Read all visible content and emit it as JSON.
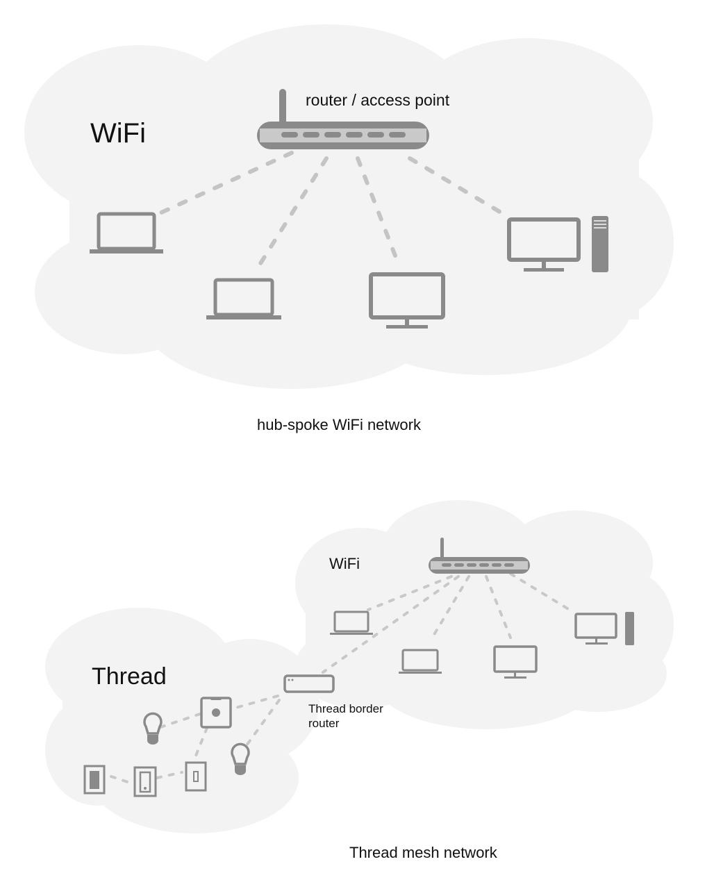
{
  "top_diagram": {
    "cloud_label": "WiFi",
    "router_label": "router / access point",
    "caption": "hub-spoke WiFi network",
    "devices": [
      "laptop-icon",
      "laptop-icon",
      "monitor-icon",
      "desktop-computer-icon"
    ]
  },
  "bottom_diagram": {
    "wifi_cloud_label": "WiFi",
    "thread_cloud_label": "Thread",
    "border_router_label_line1": "Thread border",
    "border_router_label_line2": "router",
    "caption": "Thread mesh network",
    "wifi_devices": [
      "laptop-icon",
      "laptop-icon",
      "monitor-icon",
      "desktop-computer-icon"
    ],
    "thread_devices": [
      "light-bulb-icon",
      "smart-plug-icon",
      "light-bulb-icon",
      "dimmer-switch-icon",
      "light-switch-icon",
      "toggle-switch-icon"
    ]
  },
  "colors": {
    "cloud": "#f3f3f3",
    "device": "#8a8a8a",
    "link": "#c4c4c4",
    "text": "#111111"
  }
}
